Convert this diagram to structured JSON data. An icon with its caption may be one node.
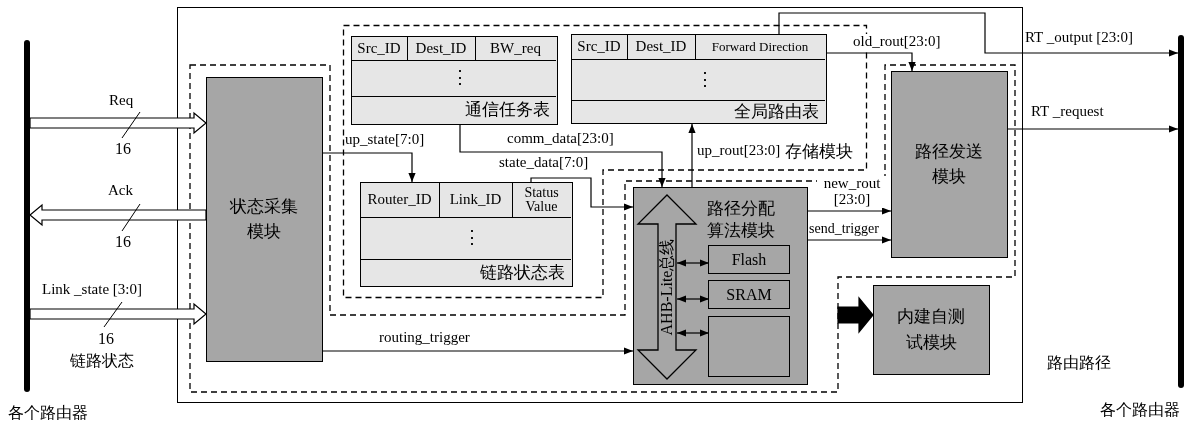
{
  "diagram": {
    "nodes": [
      {
        "text": [],
        "shape": "bar",
        "beside": [
          "各个路由器"
        ]
      },
      {
        "text": [],
        "shape": "bar",
        "beside": [
          "各个路由器"
        ]
      },
      {
        "text": [
          "路由路径"
        ]
      },
      {
        "text": [
          "状态采集模块"
        ],
        "in": 2
      },
      {
        "text": [
          "存储模块"
        ],
        "in": 2
      },
      {
        "text": [
          "Src_ID",
          "Dest_ID",
          "BW_req",
          "⋮",
          "通信任务表"
        ],
        "in": 4
      },
      {
        "text": [
          "Src_ID",
          "Dest_ID",
          "Forward Direction",
          "⋮",
          "全局路由表"
        ],
        "in": 4
      },
      {
        "text": [
          "Router_ID",
          "Link_ID",
          "Status Value",
          "⋮",
          "链路状态表"
        ],
        "in": 4
      },
      {
        "text": [
          "路径分配算法模块"
        ],
        "in": 2
      },
      {
        "text": [
          "AHB-Lite总线"
        ],
        "in": 8
      },
      {
        "text": [
          "Flash"
        ],
        "in": 8
      },
      {
        "text": [
          "SRAM"
        ],
        "in": 8
      },
      {
        "text": [],
        "shape": "box",
        "in": 8
      },
      {
        "text": [
          "路径发送模块"
        ],
        "in": 2
      },
      {
        "text": [
          "内建自测试模块"
        ],
        "in": 2
      }
    ],
    "edges": [
      {
        "from": 0,
        "to": 3,
        "arrow": "to",
        "label": "Req",
        "style": "thick"
      },
      {
        "from": 3,
        "to": 0,
        "arrow": "to",
        "label": "Ack",
        "style": "thick"
      },
      {
        "from": 0,
        "to": 3,
        "arrow": "to",
        "label": "Link _state [3:0]",
        "style": "thick"
      },
      {
        "from": 3,
        "to": 7,
        "arrow": "to",
        "label": "up_state[7:0]"
      },
      {
        "from": 5,
        "to": 8,
        "arrow": "to",
        "label": "comm_data[23:0]"
      },
      {
        "from": 7,
        "to": 8,
        "arrow": "to",
        "label": "state_data[7:0]"
      },
      {
        "from": 8,
        "to": 6,
        "arrow": "to",
        "label": "up_rout[23:0]"
      },
      {
        "from": 6,
        "to": 13,
        "arrow": "to",
        "label": "old_rout[23:0]"
      },
      {
        "from": 6,
        "to": 1,
        "arrow": "to",
        "label": "RT _output [23:0]"
      },
      {
        "from": 8,
        "to": 13,
        "arrow": "to",
        "label": "new_rout [23:0]"
      },
      {
        "from": 8,
        "to": 13,
        "arrow": "to",
        "label": "send_trigger"
      },
      {
        "from": 13,
        "to": 1,
        "arrow": "to",
        "label": "RT _request"
      },
      {
        "from": 3,
        "to": 8,
        "arrow": "to",
        "label": "routing_trigger"
      },
      {
        "from": 9,
        "to": 10,
        "arrow": "both"
      },
      {
        "from": 9,
        "to": 11,
        "arrow": "both"
      },
      {
        "from": 9,
        "to": 12,
        "arrow": "both"
      },
      {
        "from": null,
        "to": 14,
        "arrow": "to",
        "style": "thick"
      }
    ],
    "labels": [
      "16",
      "16",
      "16",
      "链路状态"
    ]
  }
}
